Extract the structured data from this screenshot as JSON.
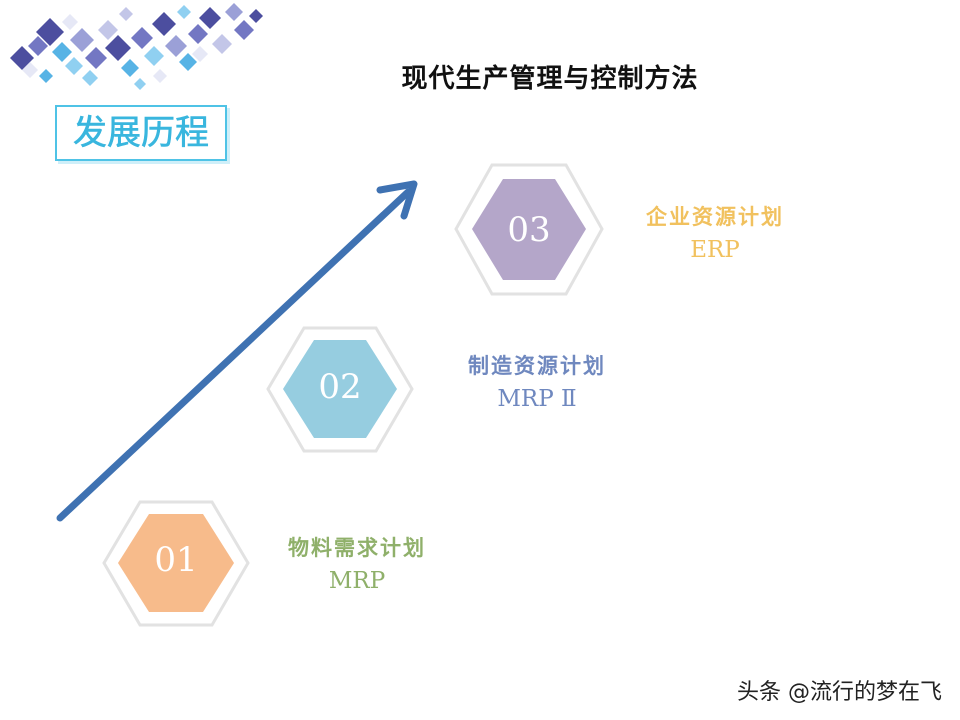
{
  "title": "现代生产管理与控制方法",
  "section_tag": "发展历程",
  "steps": [
    {
      "num": "01",
      "zh": "物料需求计划",
      "en": "MRP",
      "fill": "#f7bb8b",
      "text_color": "#8fb06a"
    },
    {
      "num": "02",
      "zh": "制造资源计划",
      "en": "MRP Ⅱ",
      "fill": "#96cde0",
      "text_color": "#6f88bf"
    },
    {
      "num": "03",
      "zh": "企业资源计划",
      "en": "ERP",
      "fill": "#b4a6c9",
      "text_color": "#f1c15e"
    }
  ],
  "arrow_color": "#3f72b2",
  "watermark": "头条 @流行的梦在飞"
}
